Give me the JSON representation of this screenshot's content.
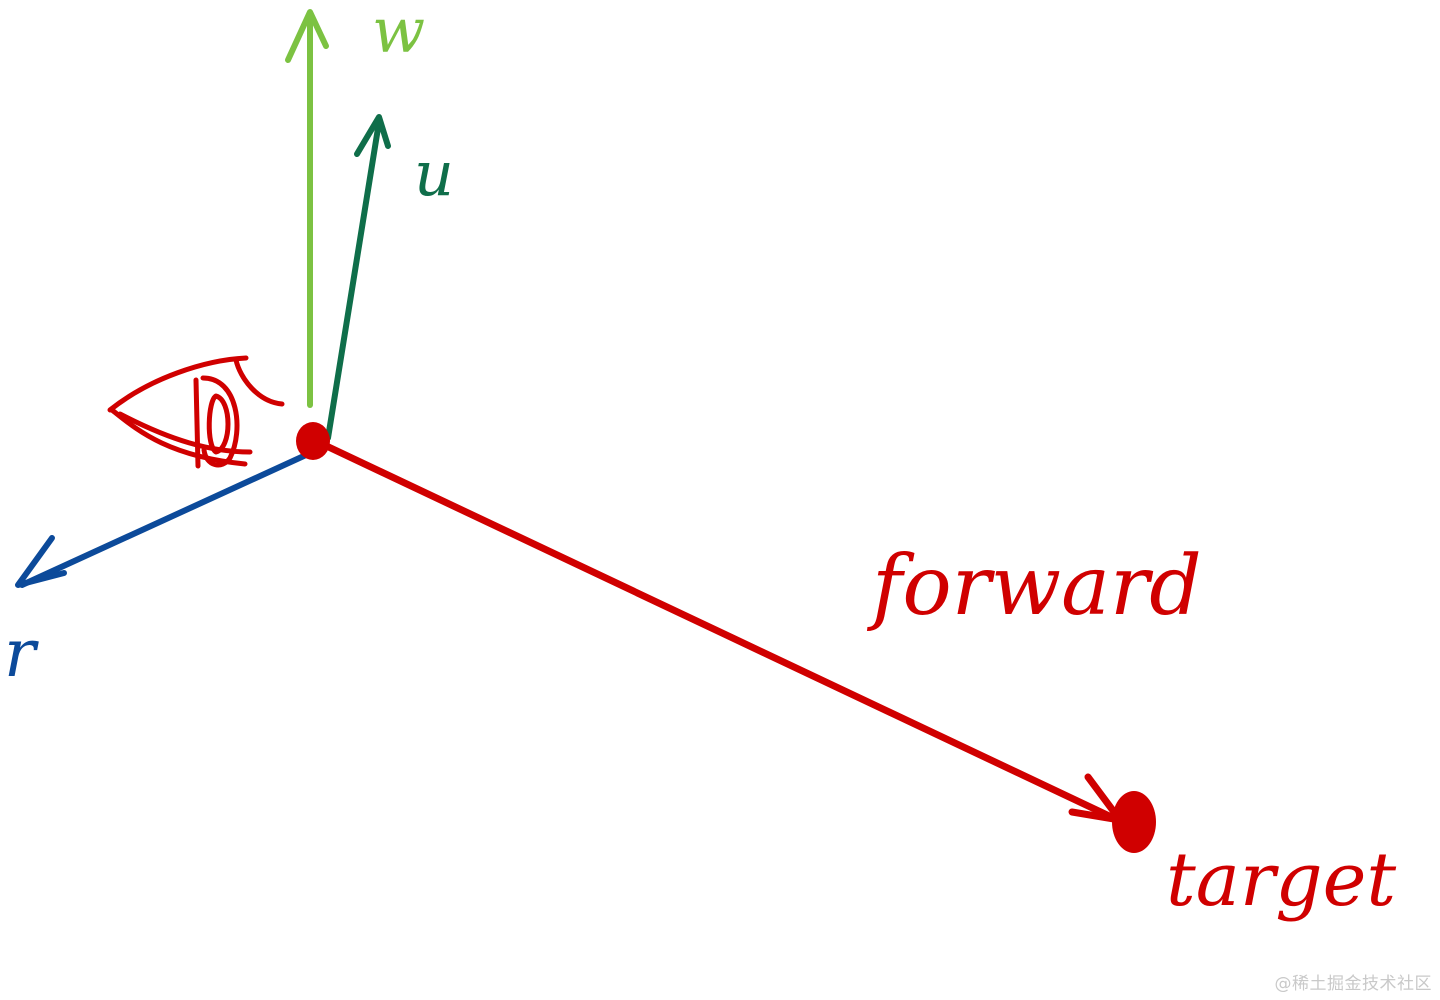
{
  "diagram": {
    "colors": {
      "w_axis": "#7cc242",
      "u_axis": "#0f6e4a",
      "r_axis": "#0c4a9a",
      "forward": "#d00000",
      "eye": "#d00000",
      "background": "#ffffff",
      "watermark": "#c9c9c9"
    },
    "labels": {
      "w": "w",
      "u": "u",
      "r": "r",
      "forward": "forward",
      "target": "target"
    },
    "icons": {
      "eye": "eye-icon",
      "camera_point": "dot",
      "target_point": "dot"
    }
  },
  "watermark": "@稀土掘金技术社区"
}
